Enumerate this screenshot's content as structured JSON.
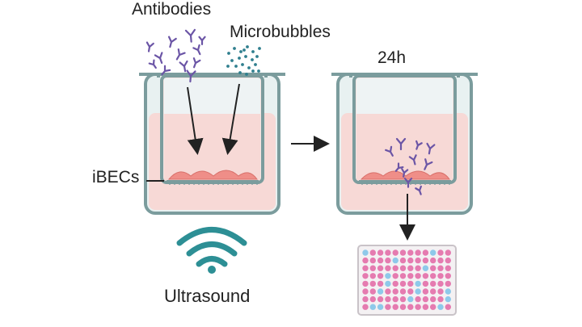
{
  "labels": {
    "antibodies": "Antibodies",
    "microbubbles": "Microbubbles",
    "time": "24h",
    "cells": "iBECs",
    "ultrasound": "Ultrasound"
  },
  "colors": {
    "well_outline": "#7b9c9d",
    "well_glass": "#e8f1f1",
    "medium": "#f7d9d6",
    "medium_top": "#eef3f4",
    "cell": "#ef8e88",
    "antibody": "#6b55a6",
    "microbubble": "#2f7f8e",
    "ultrasound": "#2d8f95",
    "plate_well": "#e57bb0",
    "plate_well_alt": "#8ec9ea",
    "arrow": "#222222"
  },
  "icons": {
    "antibody": "antibody-icon",
    "microbubble": "microbubble-icon",
    "ultrasound": "ultrasound-wave-icon",
    "plate": "well-plate-icon"
  }
}
